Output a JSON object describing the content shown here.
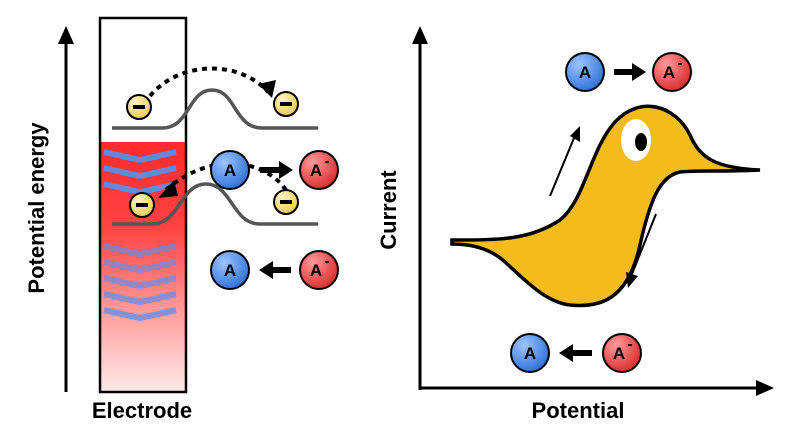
{
  "labels": {
    "potential_energy": "Potential energy",
    "electrode": "Electrode",
    "current": "Current",
    "potential": "Potential"
  },
  "species": {
    "neutral": "A",
    "anion": "A",
    "anion_charge": "-",
    "electron": "−"
  },
  "colors": {
    "neutral_fill": "#3a7ee0",
    "anion_fill": "#e23a3a",
    "electron_fill": "#f4dc82",
    "bird_fill": "#f4bb1c",
    "beak_fill": "#f07d12",
    "electrode_band": "#ff3030",
    "band_chevron": "#5a8ff0"
  }
}
